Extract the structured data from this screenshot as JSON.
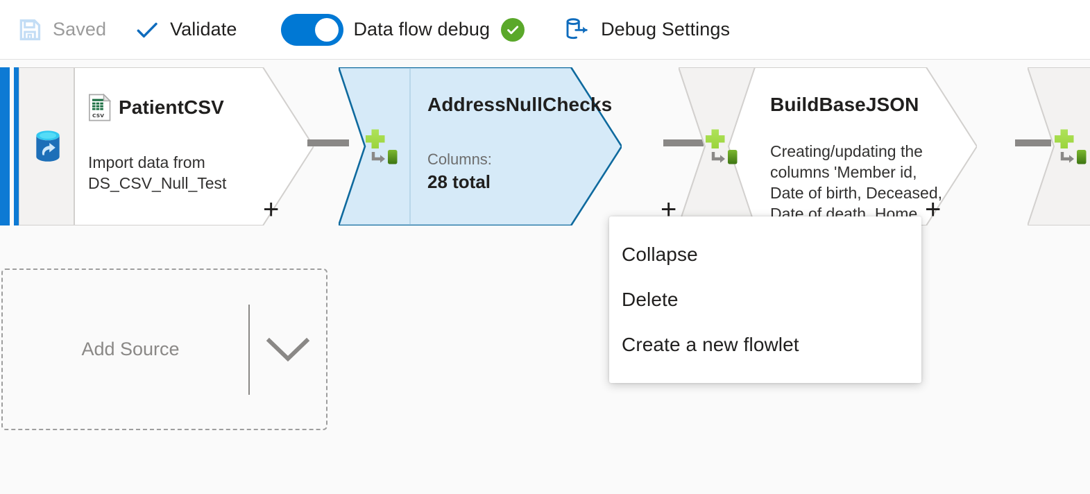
{
  "toolbar": {
    "save": {
      "label": "Saved",
      "icon": "save-icon",
      "enabled": false,
      "icon_color": "#c3ddf5"
    },
    "validate": {
      "label": "Validate",
      "icon": "checkmark-icon",
      "icon_color": "#0f6cbd"
    },
    "debug_toggle": {
      "label": "Data flow debug",
      "state": "on",
      "on_color": "#0078d4",
      "status_icon": "green-check-circle-icon",
      "status_color": "#5aa82a"
    },
    "debug_settings": {
      "label": "Debug Settings",
      "icon": "database-export-icon",
      "icon_color": "#0f6cbd"
    }
  },
  "canvas": {
    "background_color": "#fafafa",
    "stream_rail_color": "#0d7ad4",
    "connector_color": "#8a8886",
    "add_source": {
      "label": "Add Source",
      "chevron_icon": "chevron-down-icon",
      "border_color": "#9e9e9e"
    },
    "nodes": [
      {
        "id": "patientcsv",
        "name": "PatientCSV",
        "type": "source",
        "icon": "csv-file-icon",
        "strip_icon": "source-database-icon",
        "description": "Import data from DS_CSV_Null_Test",
        "selected": false,
        "add_button": "+"
      },
      {
        "id": "addressnullchecks",
        "name": "AddressNullChecks",
        "type": "derived-column",
        "icon": "derived-column-icon",
        "stat_label": "Columns:",
        "stat_value": "28 total",
        "selected": true,
        "selected_fill": "#d6eaf8",
        "selected_border": "#0f6a9e",
        "add_button": "+"
      },
      {
        "id": "buildbasejson",
        "name": "BuildBaseJSON",
        "type": "derived-column",
        "icon": "derived-column-icon",
        "description": "Creating/updating the columns 'Member id, Date of birth, Deceased, Date of death, Home street address,",
        "selected": false,
        "add_button": "+"
      },
      {
        "id": "node-partial-right",
        "name": "",
        "type": "derived-column",
        "icon": "derived-column-icon",
        "selected": false
      }
    ]
  },
  "context_menu": {
    "items": [
      {
        "label": "Collapse"
      },
      {
        "label": "Delete"
      },
      {
        "label": "Create a new flowlet"
      }
    ]
  }
}
